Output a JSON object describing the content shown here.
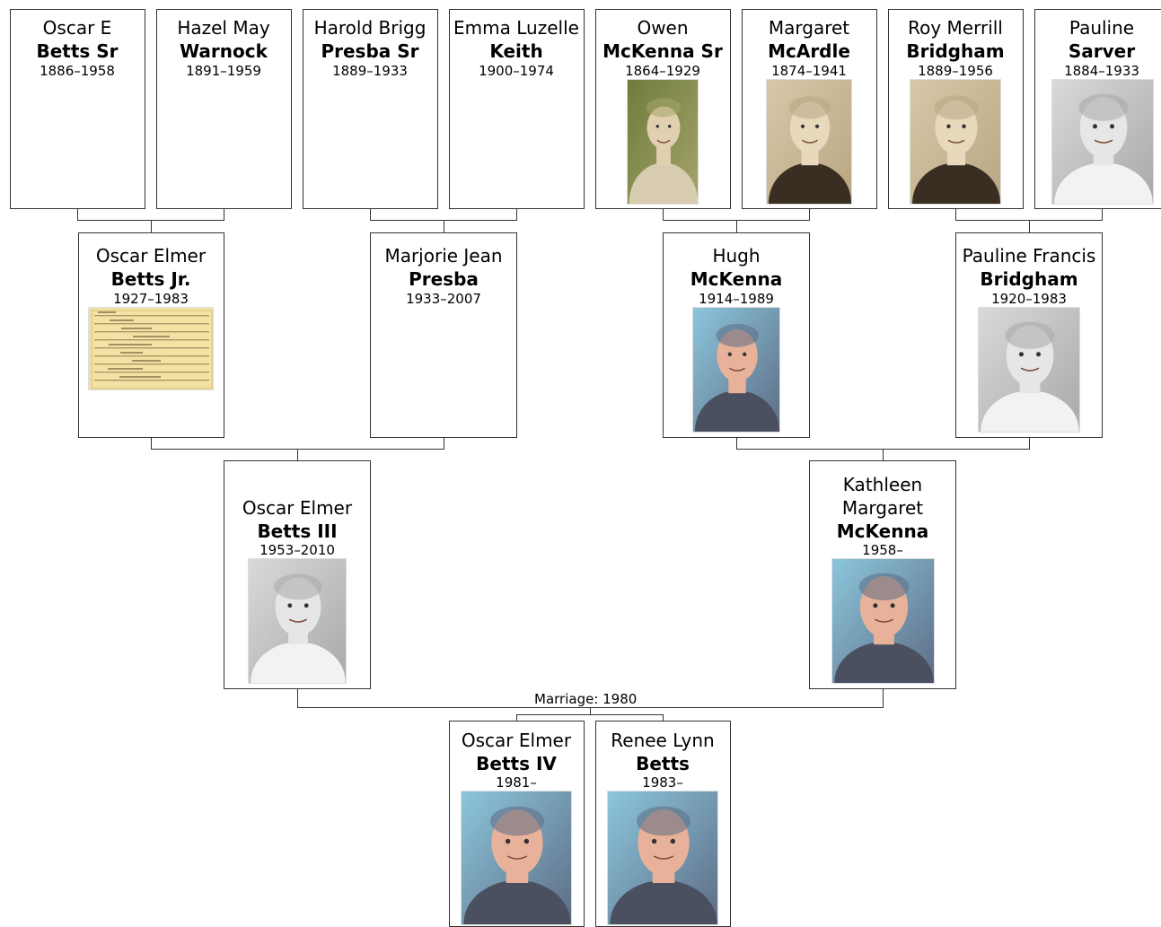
{
  "people": [
    {
      "id": "p_oscar_sr",
      "given": "Oscar E",
      "surname": "Betts Sr",
      "dates": "1886–1958",
      "photo": null
    },
    {
      "id": "p_hazel",
      "given": "Hazel May",
      "surname": "Warnock",
      "dates": "1891–1959",
      "photo": null
    },
    {
      "id": "p_harold",
      "given": "Harold Brigg",
      "surname": "Presba Sr",
      "dates": "1889–1933",
      "photo": null
    },
    {
      "id": "p_emma",
      "given": "Emma Luzelle",
      "surname": "Keith",
      "dates": "1900–1974",
      "photo": null
    },
    {
      "id": "p_owen",
      "given": "Owen",
      "surname": "McKenna Sr",
      "dates": "1864–1929",
      "photo": "sepia-outdoor"
    },
    {
      "id": "p_margaret_mca",
      "given": "Margaret",
      "surname": "McArdle",
      "dates": "1874–1941",
      "photo": "sepia-portrait"
    },
    {
      "id": "p_roy",
      "given": "Roy Merrill",
      "surname": "Bridgham",
      "dates": "1889–1956",
      "photo": "sepia-portrait"
    },
    {
      "id": "p_pauline_s",
      "given": "Pauline",
      "surname": "Sarver",
      "dates": "1884–1933",
      "photo": "bw-portrait"
    },
    {
      "id": "p_oscar_jr",
      "given": "Oscar Elmer",
      "surname": "Betts Jr.",
      "dates": "1927–1983",
      "photo": "document"
    },
    {
      "id": "p_marjorie",
      "given": "Marjorie Jean",
      "surname": "Presba",
      "dates": "1933–2007",
      "photo": null
    },
    {
      "id": "p_hugh",
      "given": "Hugh",
      "surname": "McKenna",
      "dates": "1914–1989",
      "photo": "color-portrait"
    },
    {
      "id": "p_pauline_b",
      "given": "Pauline Francis",
      "surname": "Bridgham",
      "dates": "1920–1983",
      "photo": "bw-portrait"
    },
    {
      "id": "p_oscar_iii",
      "given": "Oscar Elmer",
      "surname": "Betts III",
      "dates": "1953–2010",
      "photo": "bw-portrait"
    },
    {
      "id": "p_kathleen",
      "given": "Kathleen Margaret",
      "surname": "McKenna",
      "dates": "1958–",
      "photo": "color-portrait"
    },
    {
      "id": "p_oscar_iv",
      "given": "Oscar Elmer",
      "surname": "Betts IV",
      "dates": "1981–",
      "photo": "color-portrait"
    },
    {
      "id": "p_renee",
      "given": "Renee Lynn",
      "surname": "Betts",
      "dates": "1983–",
      "photo": "color-portrait"
    }
  ],
  "marriage_label": "Marriage: 1980"
}
